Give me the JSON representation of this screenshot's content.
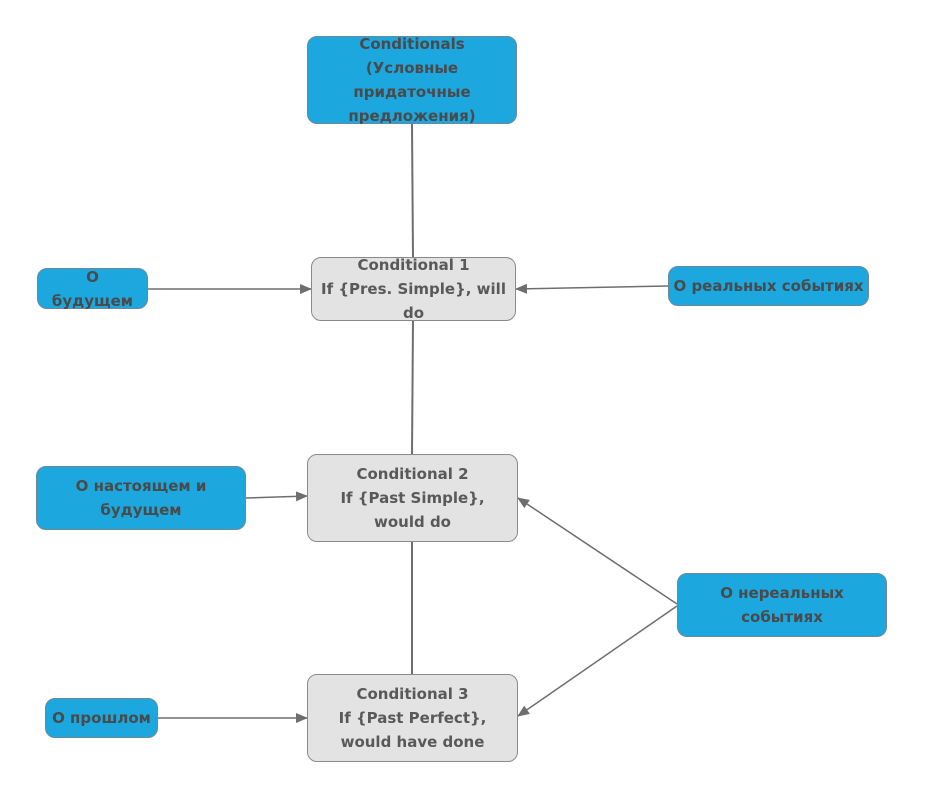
{
  "nodes": {
    "root": "Conditionals (Условные придаточные предложения)",
    "c1_title": "Conditional 1",
    "c1_formula": "If {Pres. Simple}, will do",
    "c2_title": "Conditional 2",
    "c2_formula": "If {Past Simple}, would do",
    "c3_title": "Conditional 3",
    "c3_formula": "If {Past Perfect}, would have done",
    "future": "О будущем",
    "real_events": "О реальных событиях",
    "present_future": "О настоящем и будущем",
    "unreal_events": "О нереальных событиях",
    "past": "О прошлом"
  },
  "colors": {
    "blue_node": "#1da7df",
    "gray_node": "#e3e3e3",
    "edge": "#6e6e6e",
    "text": "#595959"
  }
}
